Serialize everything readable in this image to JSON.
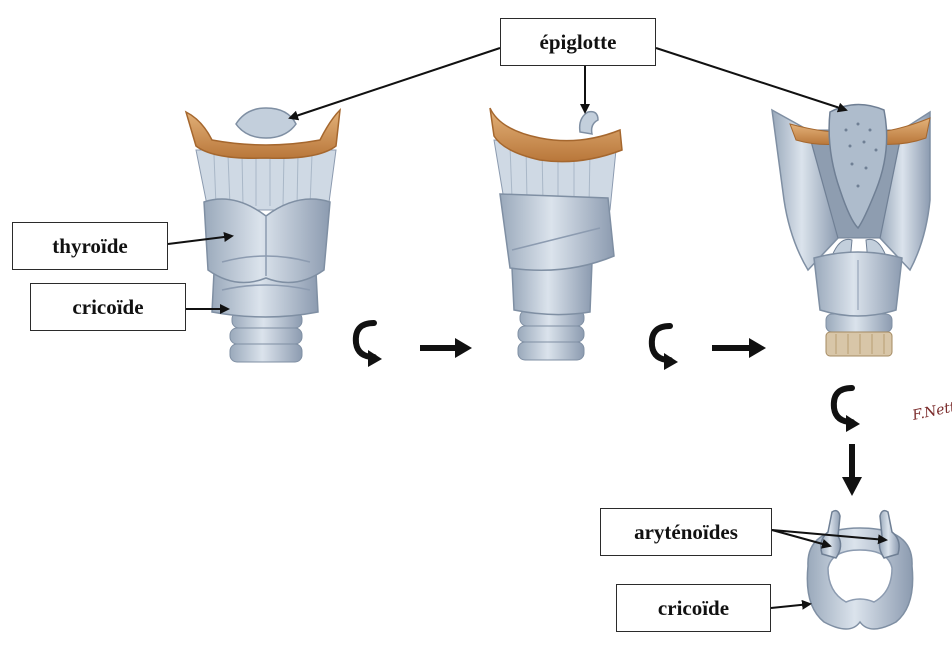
{
  "labels": {
    "epiglotte": "épiglotte",
    "thyroide": "thyroïde",
    "cricoide_top": "cricoïde",
    "arytenoides": "aryténoïdes",
    "cricoide_bottom": "cricoïde"
  },
  "signature_text": "F.Netter",
  "colors": {
    "cartilage": "#b9c6d4",
    "cartilage_light": "#d9e2ec",
    "cartilage_dark": "#7f8fa3",
    "hyoid_orange": "#d9a062",
    "hyoid_dark": "#b07033",
    "text": "#111111",
    "line": "#111111"
  },
  "icons": [
    "rotate-icon",
    "arrow-right-icon",
    "rotate-icon",
    "arrow-right-icon",
    "rotate-icon",
    "arrow-down-icon"
  ]
}
